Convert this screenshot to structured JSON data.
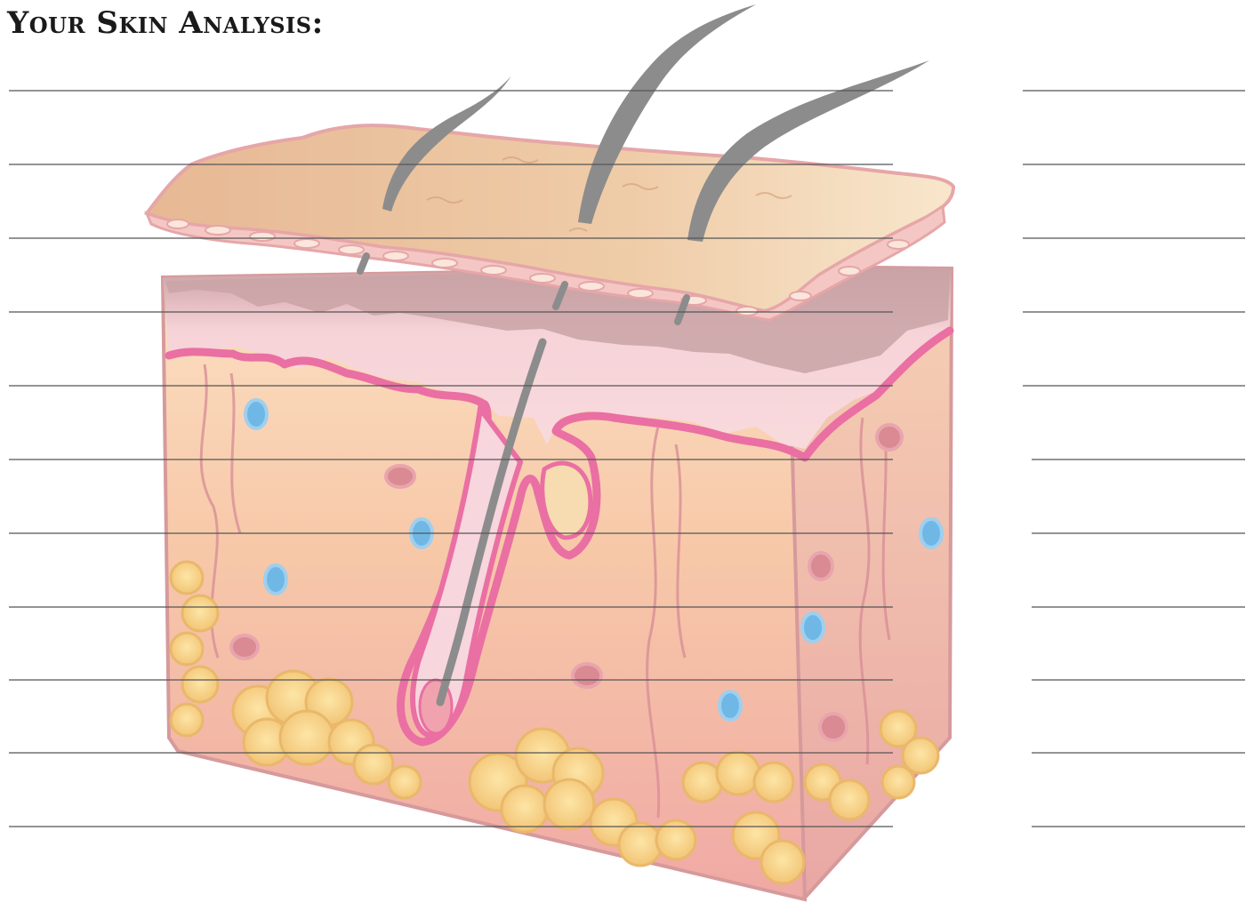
{
  "title": "Your Skin Analysis:",
  "colors": {
    "skin_peach": "#f4c8a8",
    "skin_pink": "#f2b0b0",
    "epidermis_pink": "#f7d3da",
    "membrane_magenta": "#ea6fa3",
    "flap_tan": "#e9bf98",
    "hair_gray": "#8c8c8c",
    "fat_yellow": "#f8d689",
    "vessel_blue": "#6fb8e6",
    "writing_line": "#555555"
  },
  "left_lines_count": 11,
  "right_lines_count": 11
}
